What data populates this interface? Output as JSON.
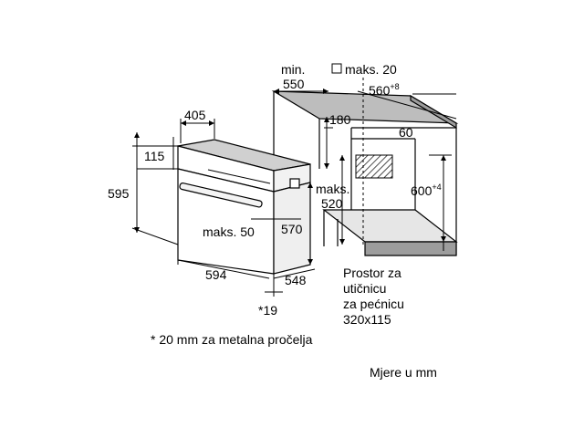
{
  "dimensions": {
    "min_label": "min.",
    "d550": "550",
    "maks20": "maks. 20",
    "d560": "560",
    "d560_sup": "+8",
    "d405": "405",
    "d180": "180",
    "d60": "60",
    "d115": "115",
    "d595": "595",
    "d600": "600",
    "d600_sup": "+4",
    "maks520_a": "maks.",
    "maks520_b": "520",
    "d570": "570",
    "maks50": "maks. 50",
    "d594": "594",
    "d548": "548",
    "d19": "*19"
  },
  "socket_note": [
    "Prostor za",
    "utičnicu",
    "za pećnicu",
    "320x115"
  ],
  "footnote": "* 20 mm za metalna pročelja",
  "units_note": "Mjere u mm"
}
